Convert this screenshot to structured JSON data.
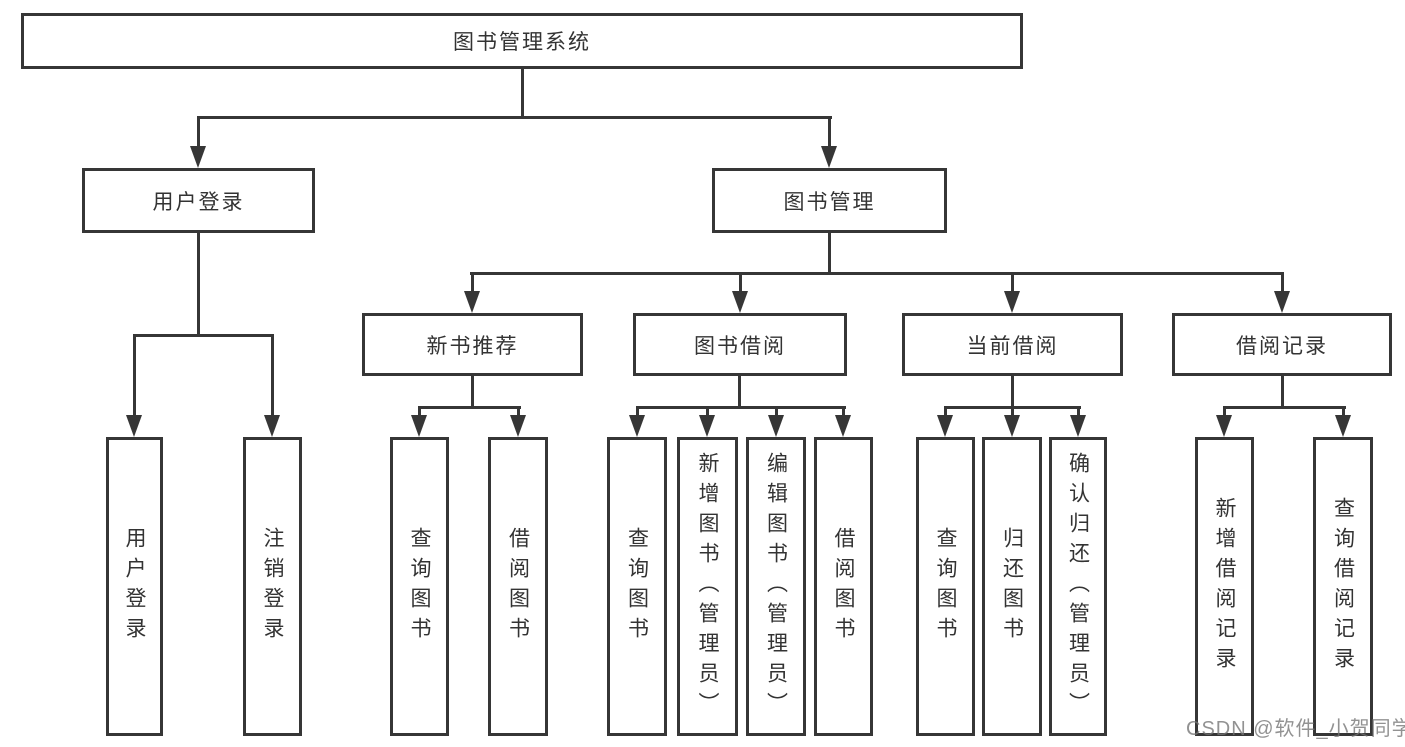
{
  "root": {
    "label": "图书管理系统"
  },
  "branches": [
    {
      "label": "用户登录",
      "children": [
        {
          "label": "用户登录"
        },
        {
          "label": "注销登录"
        }
      ]
    },
    {
      "label": "图书管理",
      "children": [
        {
          "label": "新书推荐",
          "children": [
            {
              "label": "查询图书"
            },
            {
              "label": "借阅图书"
            }
          ]
        },
        {
          "label": "图书借阅",
          "children": [
            {
              "label": "查询图书"
            },
            {
              "label": "新增图书（管理员）"
            },
            {
              "label": "编辑图书（管理员）"
            },
            {
              "label": "借阅图书"
            }
          ]
        },
        {
          "label": "当前借阅",
          "children": [
            {
              "label": "查询图书"
            },
            {
              "label": "归还图书"
            },
            {
              "label": "确认归还（管理员）"
            }
          ]
        },
        {
          "label": "借阅记录",
          "children": [
            {
              "label": "新增借阅记录"
            },
            {
              "label": "查询借阅记录"
            }
          ]
        }
      ]
    }
  ],
  "watermark": "CSDN @软件_小贺同学",
  "colors": {
    "line": "#363636",
    "text": "#333333",
    "background": "#ffffff",
    "watermark": "#737373"
  }
}
